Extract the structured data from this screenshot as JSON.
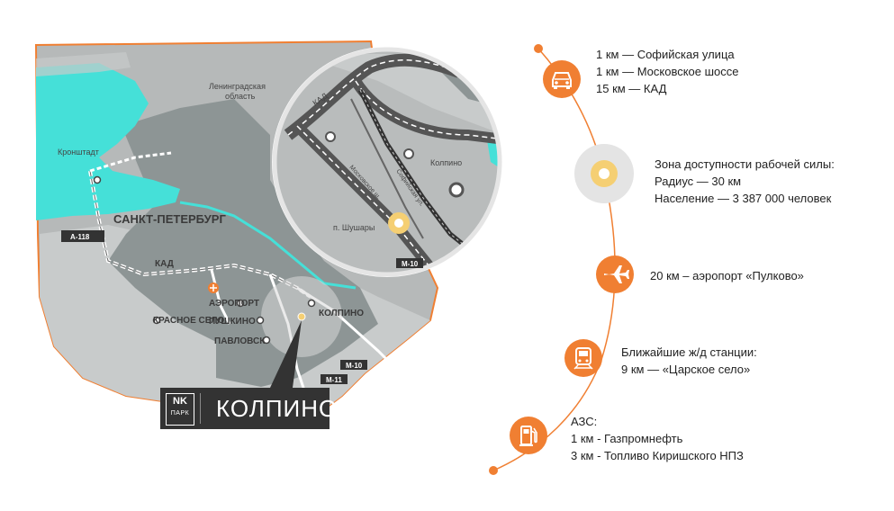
{
  "map": {
    "labels": {
      "region": "Ленинградская\nобласть",
      "region_line1": "Ленинградская",
      "region_line2": "область",
      "kronshtadt": "Кронштадт",
      "spb": "САНКТ-ПЕТЕРБУРГ",
      "kad": "КАД",
      "airport": "АЭРОПОРТ",
      "krasnoe_selo": "КРАСНОЕ СЕЛО",
      "pushkino": "ПУШКИНО",
      "pavlovsk": "ПАВЛОВСК",
      "kolpino": "КОЛПИНО"
    },
    "roads": {
      "a118": "А-118",
      "m10": "М-10",
      "m11": "М-11"
    },
    "inset": {
      "kad": "КАД",
      "moskovskoe": "Московское ш.",
      "sofiyskaya": "Софийская ул.",
      "kolpino": "Колпино",
      "shushary": "п. Шушары",
      "m10": "М-10"
    }
  },
  "logo": {
    "nk": "NK",
    "park": "ПАРК",
    "title": "КОЛПИНО"
  },
  "info": {
    "roads": [
      "1 км — Софийская улица",
      "1 км — Московское шоссе",
      "15 км — КАД"
    ],
    "workforce": [
      "Зона доступности рабочей силы:",
      "Радиус — 30 км",
      "Население — 3 387 000 человек"
    ],
    "airport": [
      "20 км – аэропорт «Пулково»"
    ],
    "rail": [
      "Ближайшие ж/д станции:",
      "9 км — «Царское село»"
    ],
    "gas": [
      "АЗС:",
      "1 км - Газпромнефть",
      "3 км - Топливо Киришского НПЗ"
    ]
  },
  "icons": {
    "car": "car-icon",
    "target": "target-icon",
    "plane": "plane-icon",
    "train": "train-icon",
    "fuel": "fuel-pump-icon"
  },
  "colors": {
    "accent": "#f07f32",
    "water": "#45e0d8",
    "land": "#b3b6b6",
    "city": "#8c9494",
    "dark": "#333333",
    "target_yellow": "#f5cf73"
  }
}
